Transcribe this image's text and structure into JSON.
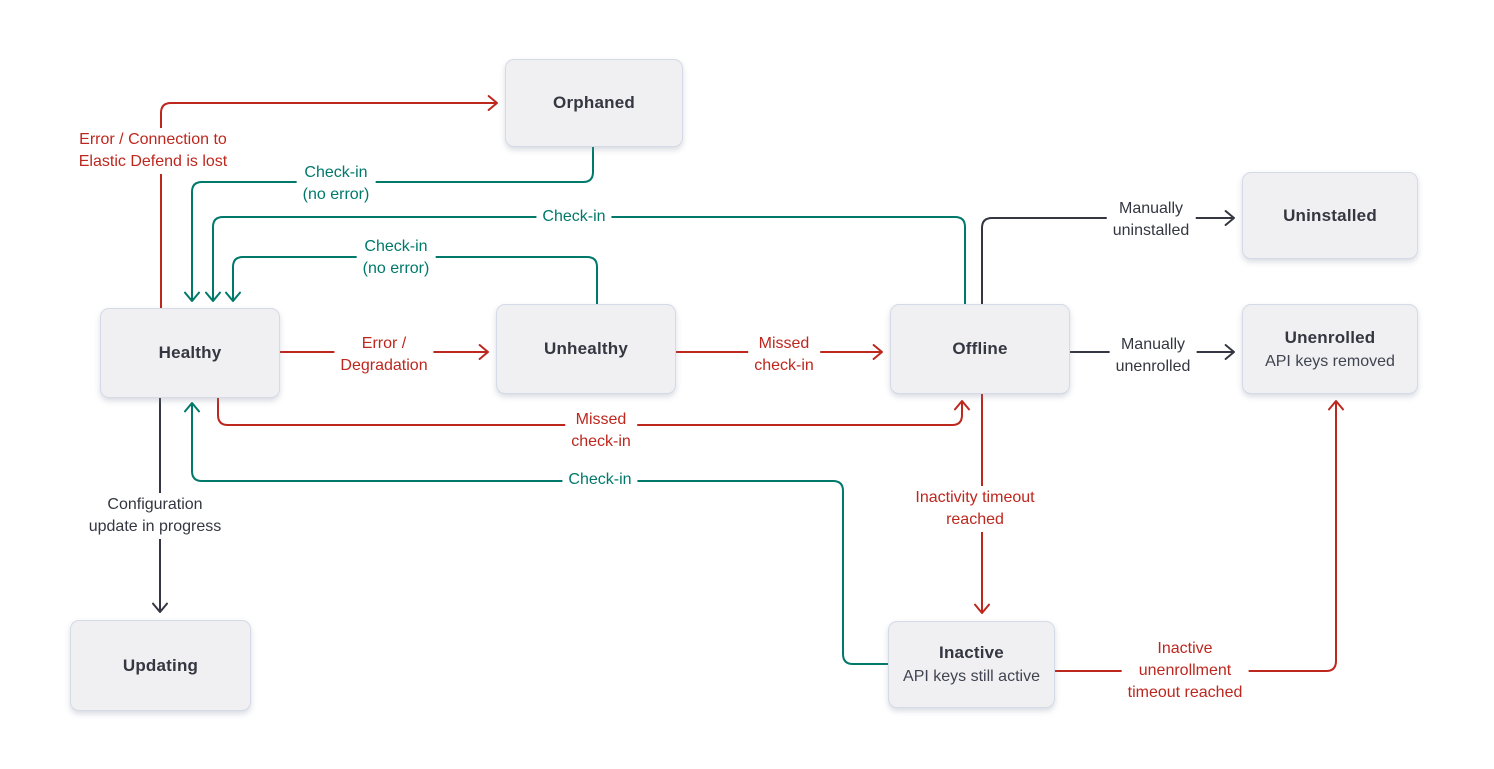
{
  "diagram": {
    "colors": {
      "danger": "#bd271e",
      "success": "#00796b",
      "neutral": "#343741",
      "node_fill": "#f0f0f2",
      "node_border": "#d4dae6",
      "node_text": "#343741"
    },
    "nodes": [
      {
        "id": "orphaned",
        "label": "Orphaned"
      },
      {
        "id": "healthy",
        "label": "Healthy"
      },
      {
        "id": "unhealthy",
        "label": "Unhealthy"
      },
      {
        "id": "offline",
        "label": "Offline"
      },
      {
        "id": "uninstalled",
        "label": "Uninstalled"
      },
      {
        "id": "unenrolled",
        "label": "Unenrolled",
        "sublabel": "API keys removed"
      },
      {
        "id": "updating",
        "label": "Updating"
      },
      {
        "id": "inactive",
        "label": "Inactive",
        "sublabel": "API keys still active"
      }
    ],
    "edges": [
      {
        "from": "healthy",
        "to": "orphaned",
        "color": "danger",
        "lines": [
          "Error / Connection to",
          "Elastic Defend is lost"
        ]
      },
      {
        "from": "orphaned",
        "to": "healthy",
        "color": "success",
        "lines": [
          "Check-in",
          "(no error)"
        ]
      },
      {
        "from": "offline",
        "to": "healthy",
        "color": "success",
        "lines": [
          "Check-in"
        ]
      },
      {
        "from": "unhealthy",
        "to": "healthy",
        "color": "success",
        "lines": [
          "Check-in",
          "(no error)"
        ]
      },
      {
        "from": "healthy",
        "to": "unhealthy",
        "color": "danger",
        "lines": [
          "Error /",
          "Degradation"
        ]
      },
      {
        "from": "unhealthy",
        "to": "offline",
        "color": "danger",
        "lines": [
          "Missed",
          "check-in"
        ]
      },
      {
        "from": "offline",
        "to": "uninstalled",
        "color": "neutral",
        "lines": [
          "Manually",
          "uninstalled"
        ]
      },
      {
        "from": "offline",
        "to": "unenrolled",
        "color": "neutral",
        "lines": [
          "Manually",
          "unenrolled"
        ]
      },
      {
        "from": "healthy",
        "to": "offline",
        "color": "danger",
        "lines": [
          "Missed",
          "check-in"
        ]
      },
      {
        "from": "inactive",
        "to": "healthy",
        "color": "success",
        "lines": [
          "Check-in"
        ]
      },
      {
        "from": "healthy",
        "to": "updating",
        "color": "neutral",
        "lines": [
          "Configuration",
          "update in progress"
        ]
      },
      {
        "from": "offline",
        "to": "inactive",
        "color": "danger",
        "lines": [
          "Inactivity timeout",
          "reached"
        ]
      },
      {
        "from": "inactive",
        "to": "unenrolled",
        "color": "danger",
        "lines": [
          "Inactive",
          "unenrollment",
          "timeout reached"
        ]
      }
    ]
  }
}
